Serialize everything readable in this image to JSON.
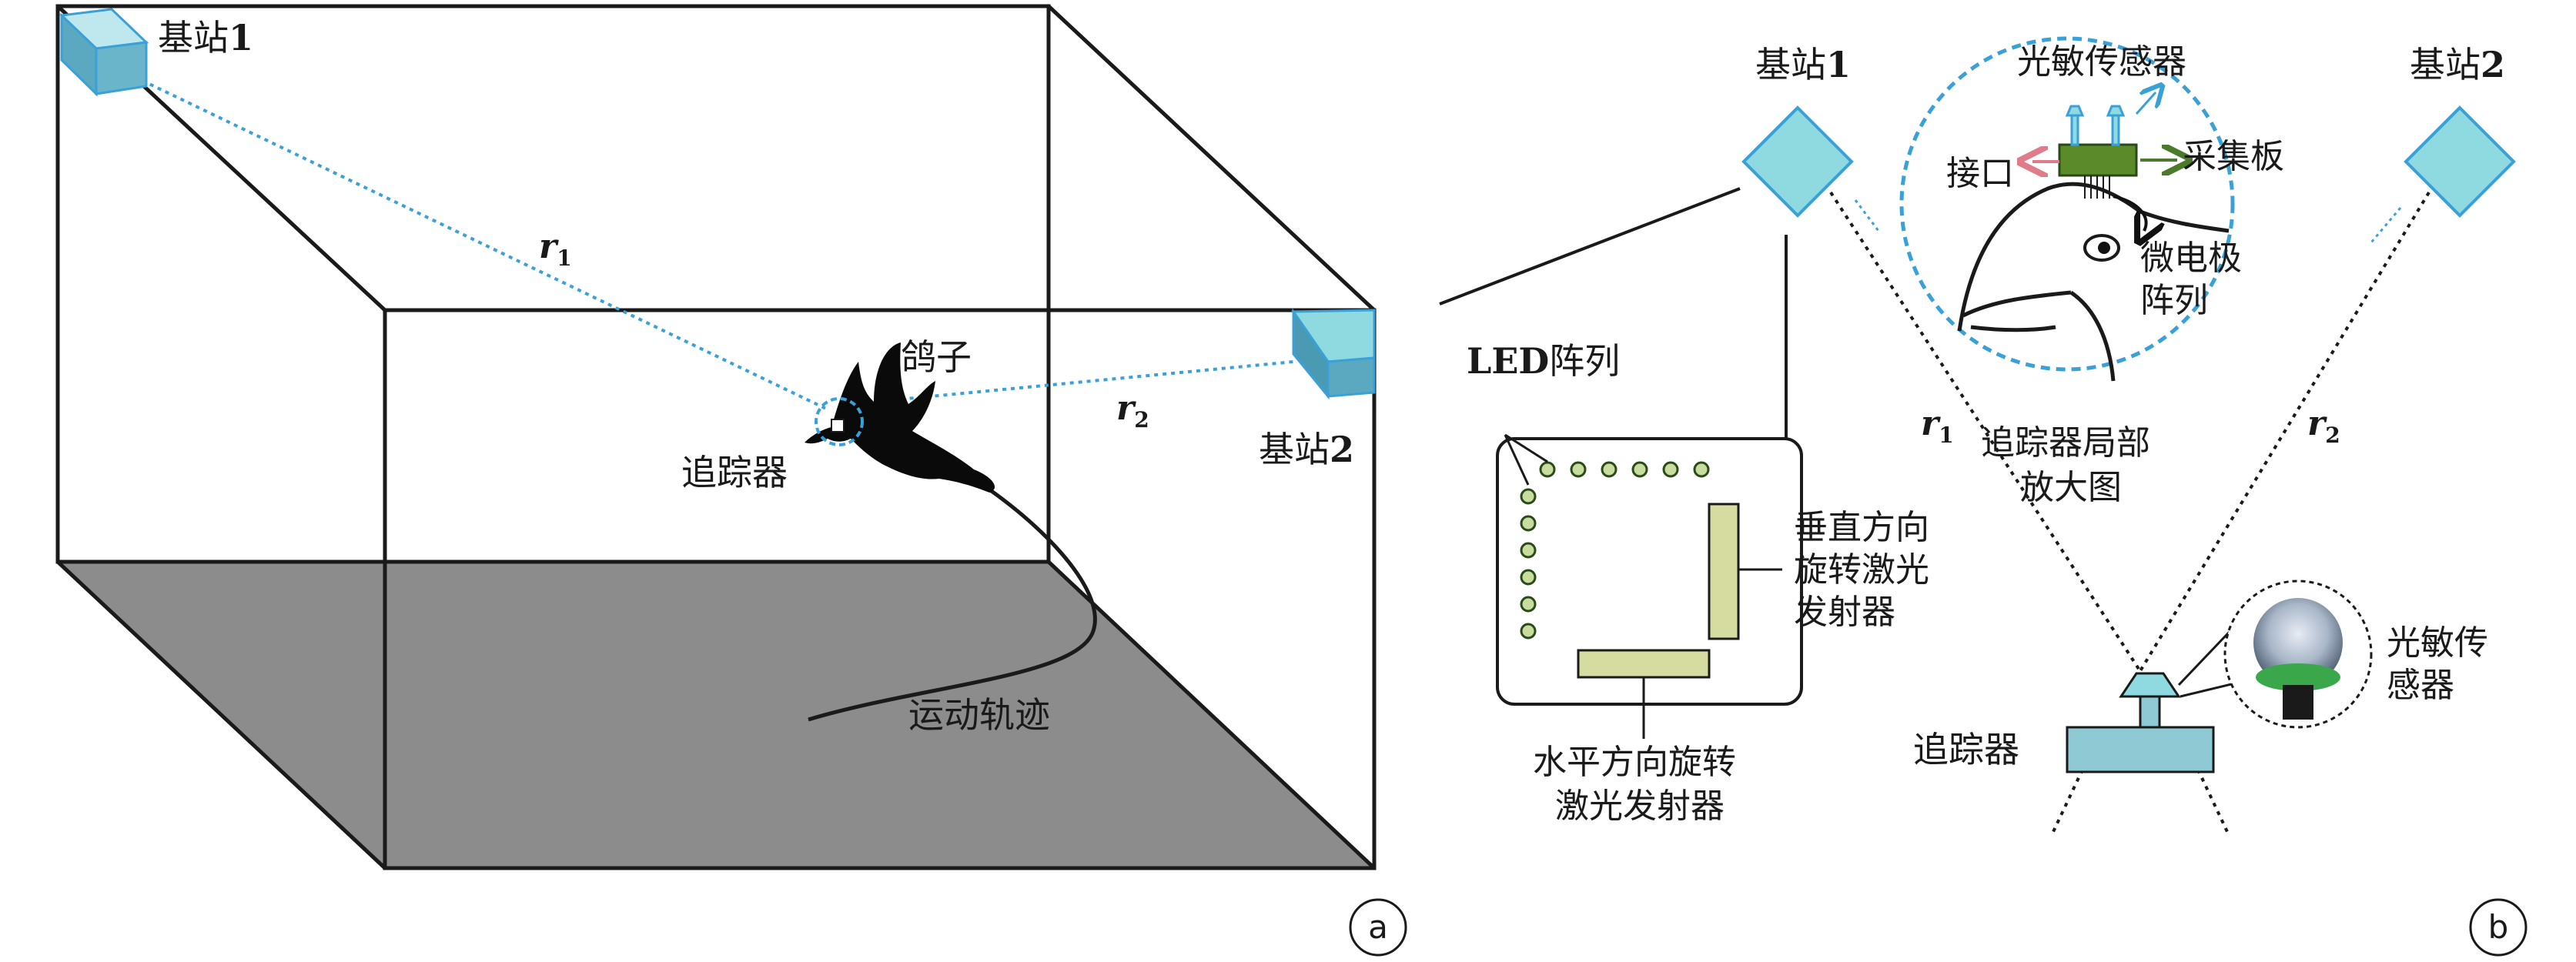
{
  "panel_a": {
    "station1": {
      "label": "基站",
      "num": "1"
    },
    "station2": {
      "label": "基站",
      "num": "2"
    },
    "r1": {
      "sym": "r",
      "sub": "1"
    },
    "r2": {
      "sym": "r",
      "sub": "2"
    },
    "pigeon": "鸽子",
    "tracker": "追踪器",
    "trajectory": "运动轨迹",
    "panel_letter": "a"
  },
  "panel_b": {
    "station1": {
      "label": "基站",
      "num": "1"
    },
    "station2": {
      "label": "基站",
      "num": "2"
    },
    "led": {
      "latin": "LED",
      "cn": "阵列"
    },
    "vertical_laser": [
      "垂直方向",
      "旋转激光",
      "发射器"
    ],
    "horizontal_laser": [
      "水平方向旋转",
      "激光发射器"
    ],
    "r1": {
      "sym": "r",
      "sub": "1"
    },
    "r2": {
      "sym": "r",
      "sub": "2"
    },
    "zoom_labels": {
      "photosensor": "光敏传感器",
      "interface": "接口",
      "acq_board": "采集板",
      "electrode": [
        "微电极",
        "阵列"
      ]
    },
    "zoom_caption": [
      "追踪器局部",
      "放大图"
    ],
    "tracker": "追踪器",
    "photo_label": [
      "光敏传",
      "感器"
    ],
    "panel_letter": "b"
  },
  "colors": {
    "station_fill": "#8fd9e0",
    "station_edge": "#3aa0d8",
    "floor": "#8c8c8c",
    "dotted_blue": "#3aa0d8",
    "board": "#5a8a2a",
    "arrow_red": "#e07b8a",
    "arrow_green": "#4a7a2a",
    "tracker_body": "#8fc9d3",
    "laser_bar": "#d6dca0"
  }
}
